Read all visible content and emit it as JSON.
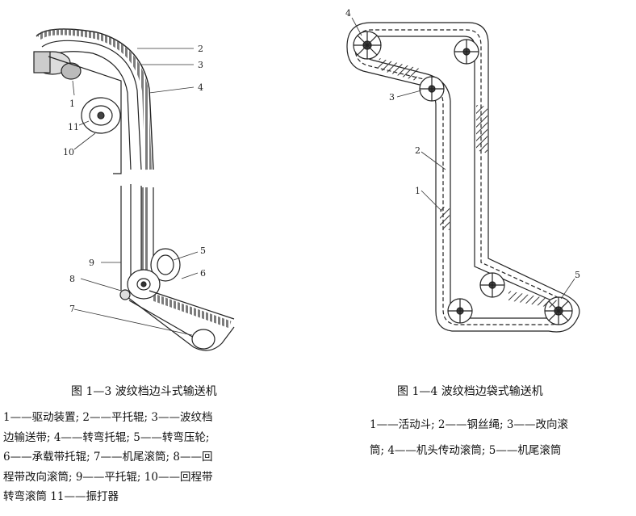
{
  "figure_left": {
    "caption": "图 1—3  波纹档边斗式输送机",
    "callouts": [
      "1",
      "2",
      "3",
      "4",
      "5",
      "6",
      "7",
      "8",
      "9",
      "10",
      "11"
    ],
    "legend_lines": [
      "1——驱动装置; 2——平托辊; 3——波纹档",
      "边输送带; 4——转弯托辊; 5——转弯压轮;",
      "6——承载带托辊; 7——机尾滚筒; 8——回",
      "程带改向滚筒; 9——平托辊; 10——回程带",
      "转弯滚筒   11——振打器"
    ]
  },
  "figure_right": {
    "caption": "图 1—4 波纹档边袋式输送机",
    "callouts": [
      "1",
      "2",
      "3",
      "4",
      "5"
    ],
    "legend_lines": [
      "1——活动斗; 2——钢丝绳; 3——改向滚",
      "筒; 4——机头传动滚筒; 5——机尾滚筒"
    ]
  }
}
